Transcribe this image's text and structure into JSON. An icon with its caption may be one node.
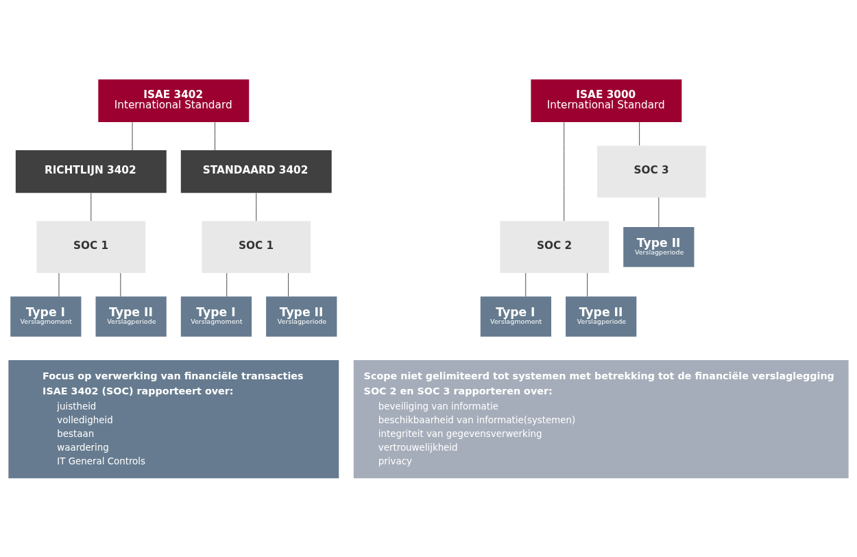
{
  "diagram": {
    "nodes": [
      {
        "text": [
          "ISAE 3402",
          "International Standard"
        ]
      },
      {
        "text": [
          "RICHTLIJN 3402"
        ]
      },
      {
        "text": [
          "STANDAARD 3402"
        ]
      },
      {
        "text": [
          "SOC 1"
        ]
      },
      {
        "text": [
          "SOC 1"
        ]
      },
      {
        "text": [
          "Type I",
          "Verslagmoment"
        ]
      },
      {
        "text": [
          "Type II",
          "Verslagperiode"
        ]
      },
      {
        "text": [
          "Type I",
          "Verslagmoment"
        ]
      },
      {
        "text": [
          "Type II",
          "Verslagperiode"
        ]
      },
      {
        "text": [
          "ISAE 3000",
          "International Standard"
        ]
      },
      {
        "text": [
          "SOC 2"
        ]
      },
      {
        "text": [
          "SOC 3"
        ]
      },
      {
        "text": [
          "Type I",
          "Verslagmoment"
        ]
      },
      {
        "text": [
          "Type II",
          "Verslagperiode"
        ]
      },
      {
        "text": [
          "Type II",
          "Verslagperiode"
        ]
      },
      {
        "text": [
          "Focus op verwerking van financiële transacties",
          "ISAE 3402 (SOC) rapporteert over:",
          "juistheid",
          "volledigheid",
          "bestaan",
          "waardering",
          "IT General Controls"
        ]
      },
      {
        "text": [
          "Scope niet gelimiteerd tot systemen met betrekking tot de financiële verslaglegging",
          "SOC 2 en SOC 3 rapporteren over:",
          "beveiliging van informatie",
          "beschikbaarheid van informatie(systemen)",
          "integriteit van gegevensverwerking",
          "vertrouwelijkheid",
          "privacy"
        ]
      }
    ],
    "edges": [
      {
        "from": 0,
        "to": 1,
        "arrow": "none"
      },
      {
        "from": 0,
        "to": 2,
        "arrow": "none"
      },
      {
        "from": 1,
        "to": 3,
        "arrow": "none"
      },
      {
        "from": 2,
        "to": 4,
        "arrow": "none"
      },
      {
        "from": 3,
        "to": 5,
        "arrow": "none"
      },
      {
        "from": 3,
        "to": 6,
        "arrow": "none"
      },
      {
        "from": 4,
        "to": 7,
        "arrow": "none"
      },
      {
        "from": 4,
        "to": 8,
        "arrow": "none"
      },
      {
        "from": 9,
        "to": 10,
        "arrow": "none"
      },
      {
        "from": 9,
        "to": 11,
        "arrow": "none"
      },
      {
        "from": 10,
        "to": 12,
        "arrow": "none"
      },
      {
        "from": 10,
        "to": 13,
        "arrow": "none"
      },
      {
        "from": 11,
        "to": 14,
        "arrow": "none"
      }
    ]
  }
}
